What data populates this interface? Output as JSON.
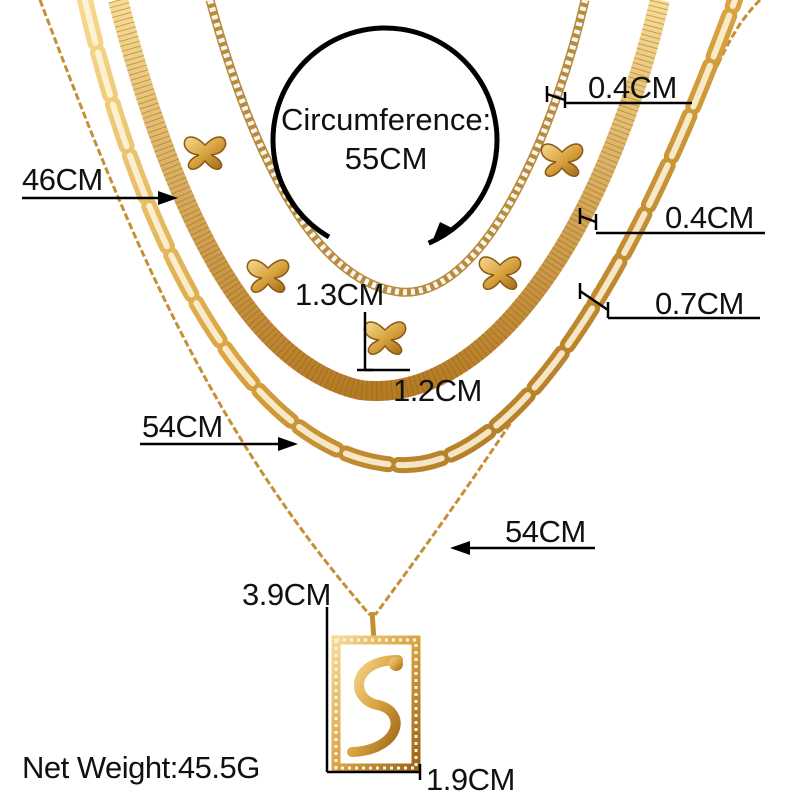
{
  "circumference": {
    "line1": "Circumference:",
    "line2": "55CM"
  },
  "labels": {
    "clasp_top": "0.4CM",
    "necklace_46": "46CM",
    "clasp_mid": "0.4CM",
    "butterfly_height": "1.3CM",
    "chain_width": "0.7CM",
    "butterfly_width": "1.2CM",
    "necklace_54_chain": "54CM",
    "necklace_54_pendant": "54CM",
    "pendant_height": "3.9CM",
    "pendant_width": "1.9CM"
  },
  "net_weight": "Net Weight:45.5G",
  "colors": {
    "gold": "#d9a441",
    "gold_dark": "#a86f1c",
    "gold_light": "#f3d28a",
    "line": "#000000"
  }
}
